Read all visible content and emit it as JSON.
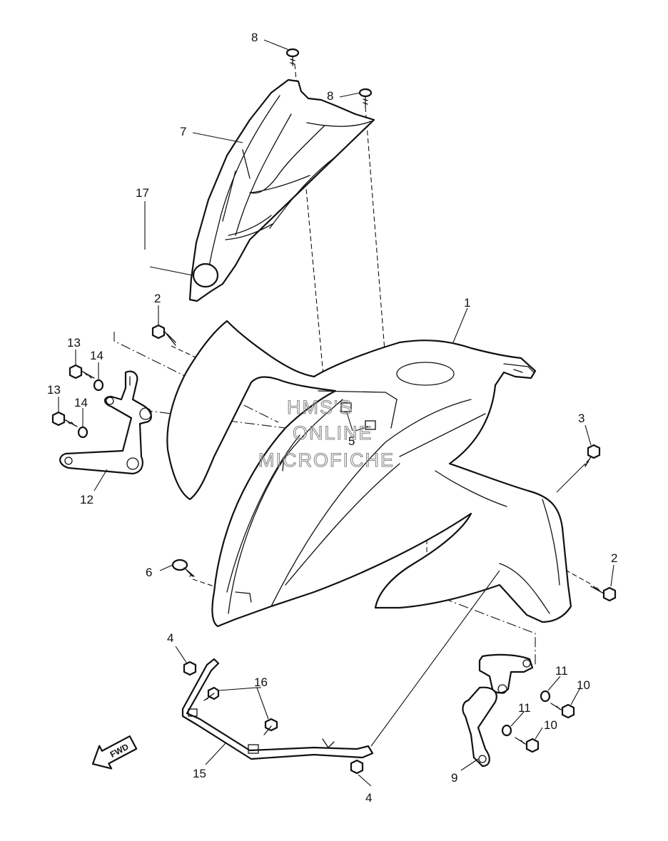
{
  "diagram": {
    "parts": [
      {
        "ref": "1",
        "name": "front fender"
      },
      {
        "ref": "2",
        "name": "bolt"
      },
      {
        "ref": "2",
        "name": "bolt"
      },
      {
        "ref": "3",
        "name": "bolt"
      },
      {
        "ref": "4",
        "name": "nut"
      },
      {
        "ref": "4",
        "name": "nut"
      },
      {
        "ref": "5",
        "name": "nut"
      },
      {
        "ref": "6",
        "name": "rivet"
      },
      {
        "ref": "7",
        "name": "cover"
      },
      {
        "ref": "8",
        "name": "screw"
      },
      {
        "ref": "8",
        "name": "screw"
      },
      {
        "ref": "9",
        "name": "stay"
      },
      {
        "ref": "10",
        "name": "bolt"
      },
      {
        "ref": "10",
        "name": "bolt"
      },
      {
        "ref": "11",
        "name": "washer"
      },
      {
        "ref": "11",
        "name": "washer"
      },
      {
        "ref": "12",
        "name": "stay"
      },
      {
        "ref": "13",
        "name": "bolt"
      },
      {
        "ref": "13",
        "name": "bolt"
      },
      {
        "ref": "14",
        "name": "washer"
      },
      {
        "ref": "14",
        "name": "washer"
      },
      {
        "ref": "15",
        "name": "stay"
      },
      {
        "ref": "16",
        "name": "bolt"
      },
      {
        "ref": "17",
        "name": "damper"
      }
    ],
    "callouts": [
      "8",
      "8",
      "7",
      "17",
      "2",
      "1",
      "13",
      "14",
      "13",
      "14",
      "5",
      "3",
      "12",
      "6",
      "2",
      "4",
      "16",
      "11",
      "10",
      "11",
      "10",
      "15",
      "9",
      "4"
    ],
    "fwd_label": "FWD",
    "watermark": [
      "HMS'S",
      "ONLINE",
      "MICROFICHE"
    ]
  }
}
